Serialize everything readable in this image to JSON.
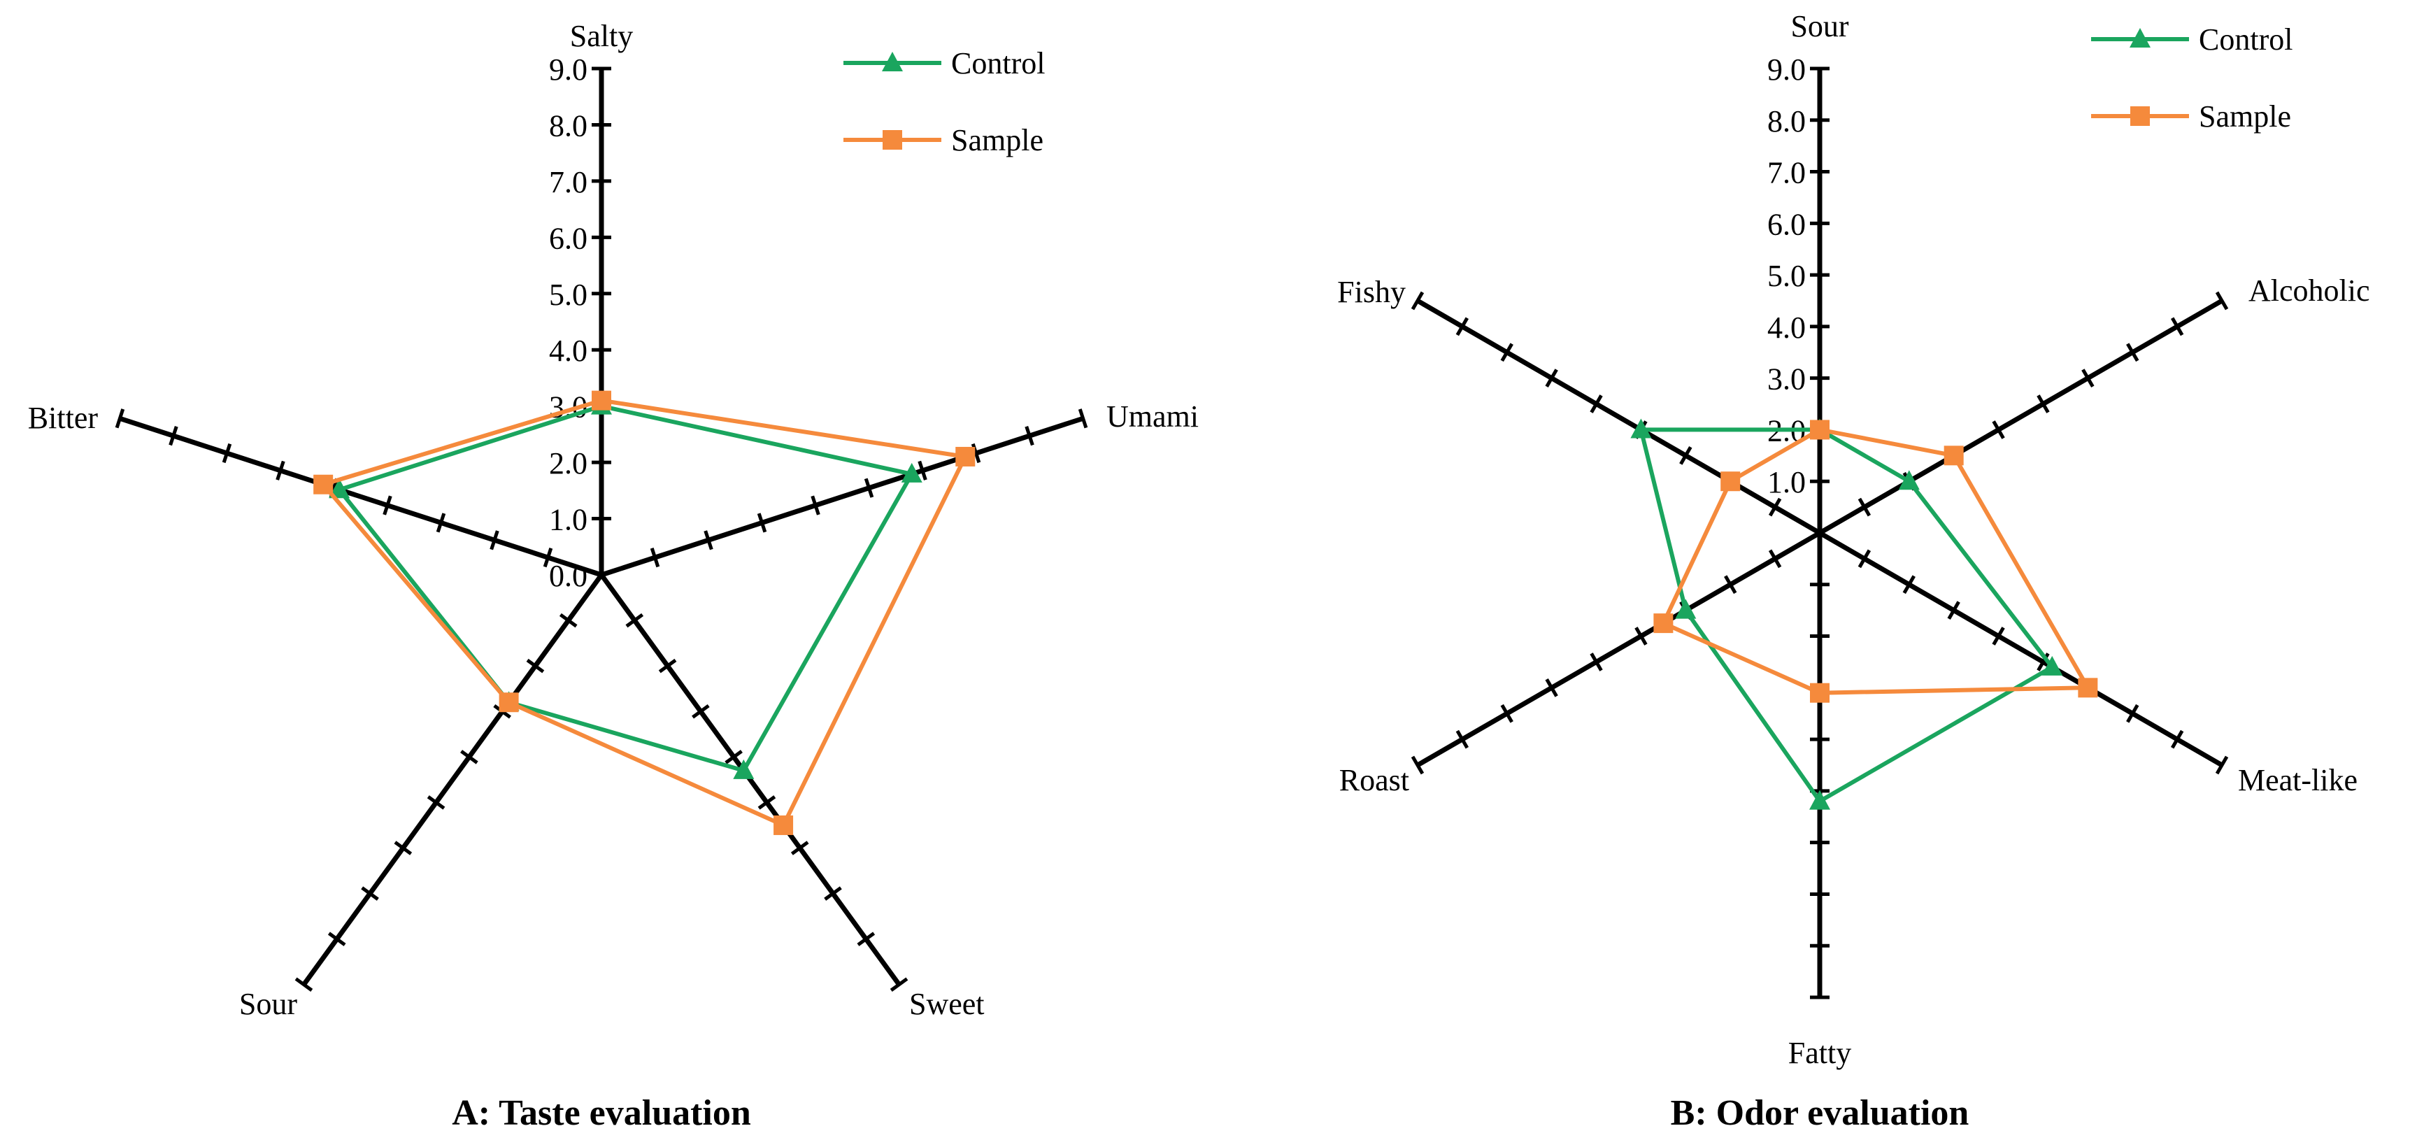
{
  "chart_data": [
    {
      "type": "radar",
      "caption": "A: Taste evaluation",
      "axes": [
        "Salty",
        "Umami",
        "Sweet",
        "Sour",
        "Bitter"
      ],
      "range": [
        0,
        9
      ],
      "tick_labels": [
        "0.0",
        "1.0",
        "2.0",
        "3.0",
        "4.0",
        "5.0",
        "6.0",
        "7.0",
        "8.0",
        "9.0"
      ],
      "legend": [
        "Control",
        "Sample"
      ],
      "legend_position": "top-right",
      "series": [
        {
          "name": "Control",
          "color": "#1aa55e",
          "marker": "triangle",
          "values": [
            3.0,
            5.8,
            4.3,
            2.8,
            4.9
          ]
        },
        {
          "name": "Sample",
          "color": "#f58a3c",
          "marker": "square",
          "values": [
            3.1,
            6.8,
            5.5,
            2.8,
            5.2
          ]
        }
      ]
    },
    {
      "type": "radar",
      "caption": "B: Odor evaluation",
      "axes": [
        "Sour",
        "Alcoholic",
        "Meat-like",
        "Fatty",
        "Roast",
        "Fishy"
      ],
      "range": [
        0,
        9
      ],
      "tick_labels": [
        "1.0",
        "2.0",
        "3.0",
        "4.0",
        "5.0",
        "6.0",
        "7.0",
        "8.0",
        "9.0"
      ],
      "legend": [
        "Control",
        "Sample"
      ],
      "legend_position": "top-right",
      "series": [
        {
          "name": "Control",
          "color": "#1aa55e",
          "marker": "triangle",
          "values": [
            2.0,
            2.0,
            5.2,
            5.2,
            3.0,
            4.0
          ]
        },
        {
          "name": "Sample",
          "color": "#f58a3c",
          "marker": "square",
          "values": [
            2.0,
            3.0,
            6.0,
            3.1,
            3.5,
            2.0
          ]
        }
      ]
    }
  ]
}
